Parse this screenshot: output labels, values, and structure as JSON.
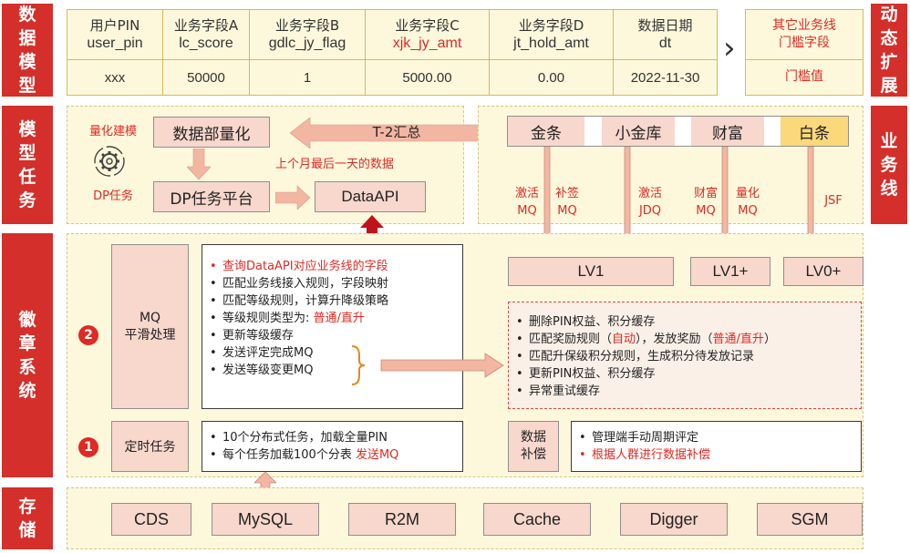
{
  "left_bars": {
    "data_model": "数据模型",
    "model_task": "模型任务",
    "badge_system": "徽章系统",
    "storage": "存储"
  },
  "right_bars": {
    "dynamic_ext": "动态扩展",
    "business_line": "业务线"
  },
  "table": {
    "columns": [
      {
        "title": "用户PIN",
        "field": "user_pin",
        "value": "xxx",
        "red": false
      },
      {
        "title": "业务字段A",
        "field": "lc_score",
        "value": "50000",
        "red": false
      },
      {
        "title": "业务字段B",
        "field": "gdlc_jy_flag",
        "value": "1",
        "red": false
      },
      {
        "title": "业务字段C",
        "field": "xjk_jy_amt",
        "value": "5000.00",
        "red": true
      },
      {
        "title": "业务字段D",
        "field": "jt_hold_amt",
        "value": "0.00",
        "red": false
      },
      {
        "title": "数据日期",
        "field": "dt",
        "value": "2022-11-30",
        "red": false
      }
    ],
    "chevron": "›",
    "extra": {
      "title_line1": "其它业务线",
      "title_line2": "门槛字段",
      "value": "门槛值"
    }
  },
  "model_task": {
    "quant_label": "量化建模",
    "dp_label": "DP任务",
    "data_quant": "数据部量化",
    "dp_platform": "DP任务平台",
    "data_api": "DataAPI",
    "t2_summary": "T-2汇总",
    "last_day": "上个月最后一天的数据"
  },
  "business": {
    "lines": [
      {
        "name": "金条",
        "mq1": "激活",
        "mq1b": "MQ",
        "mq2": "补签",
        "mq2b": "MQ"
      },
      {
        "name": "小金库",
        "mq1": "激活",
        "mq1b": "JDQ"
      },
      {
        "name": "财富",
        "mq1": "财富",
        "mq1b": "MQ",
        "mq2": "量化",
        "mq2b": "MQ"
      },
      {
        "name": "白条",
        "mq1": "JSF"
      }
    ],
    "levels": [
      "LV1",
      "LV1+",
      "LV0+"
    ]
  },
  "badge": {
    "mq_title": "MQ",
    "mq_sub": "平滑处理",
    "num2": "2",
    "num1": "1",
    "mq_items": [
      {
        "text": "查询DataAPI对应业务线的字段",
        "red": true
      },
      {
        "text": "匹配业务线接入规则，字段映射",
        "red": false
      },
      {
        "text": "匹配等级规则，计算升降级策略",
        "red": false
      },
      {
        "text": "等级规则类型为: ",
        "suffix": "普通/直升",
        "red": false
      },
      {
        "text": "更新等级缓存",
        "red": false
      },
      {
        "text": "发送评定完成MQ",
        "red": false
      },
      {
        "text": "发送等级变更MQ",
        "red": false
      }
    ],
    "right_items": [
      {
        "text": "删除PIN权益、积分缓存"
      },
      {
        "text": "匹配奖励规则（",
        "mid": "自动",
        "text2": "），发放奖励（",
        "mid2": "普通/直升",
        "text3": "）"
      },
      {
        "text": "匹配升保级积分规则，生成积分待发放记录"
      },
      {
        "text": "更新PIN权益、积分缓存"
      },
      {
        "text": "异常重试缓存"
      }
    ],
    "timer_title": "定时任务",
    "timer_items": [
      {
        "text": "10个分布式任务，加载全量PIN"
      },
      {
        "text": "每个任务加载100个分表 ",
        "suffix": "发送MQ"
      }
    ],
    "comp_title_1": "数据",
    "comp_title_2": "补偿",
    "comp_items": [
      {
        "text": "管理端手动周期评定",
        "red": false
      },
      {
        "text": "根据人群进行数据补偿",
        "red": true
      }
    ]
  },
  "storage": [
    "CDS",
    "MySQL",
    "R2M",
    "Cache",
    "Digger",
    "SGM"
  ],
  "colors": {
    "red_bar": "#d42f2a",
    "pink": "#f8d7cd",
    "yellow": "#fdf8dc",
    "gold": "#fbd87a",
    "arrow": "#f3b6a2"
  }
}
